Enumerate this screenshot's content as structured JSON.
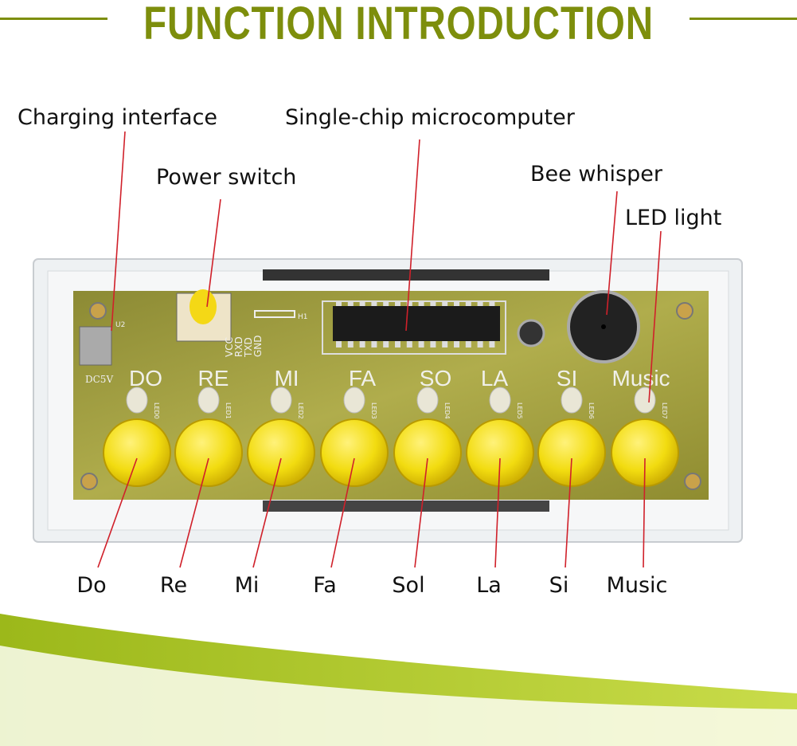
{
  "title": "FUNCTION INTRODUCTION",
  "colors": {
    "accent": "#7d8e0c",
    "callout_line": "#d0202a",
    "button": "#f2dc10",
    "pcb": "#9a9a3a"
  },
  "callouts": {
    "charging": "Charging interface",
    "mcu": "Single-chip microcomputer",
    "power": "Power switch",
    "bee": "Bee whisper",
    "led": "LED light"
  },
  "notes": [
    "Do",
    "Re",
    "Mi",
    "Fa",
    "Sol",
    "La",
    "Si",
    "Music"
  ],
  "pcb": {
    "key_labels": [
      "DO",
      "RE",
      "MI",
      "FA",
      "SO",
      "LA",
      "SI",
      "Music"
    ],
    "led_labels": [
      "LED0",
      "LED1",
      "LED2",
      "LED3",
      "LED4",
      "LED5",
      "LED6",
      "LED7"
    ],
    "dc": "DC5V",
    "u2": "U2",
    "h1": "H1",
    "pins": [
      "GND",
      "TXD",
      "RXD",
      "VCC"
    ]
  }
}
